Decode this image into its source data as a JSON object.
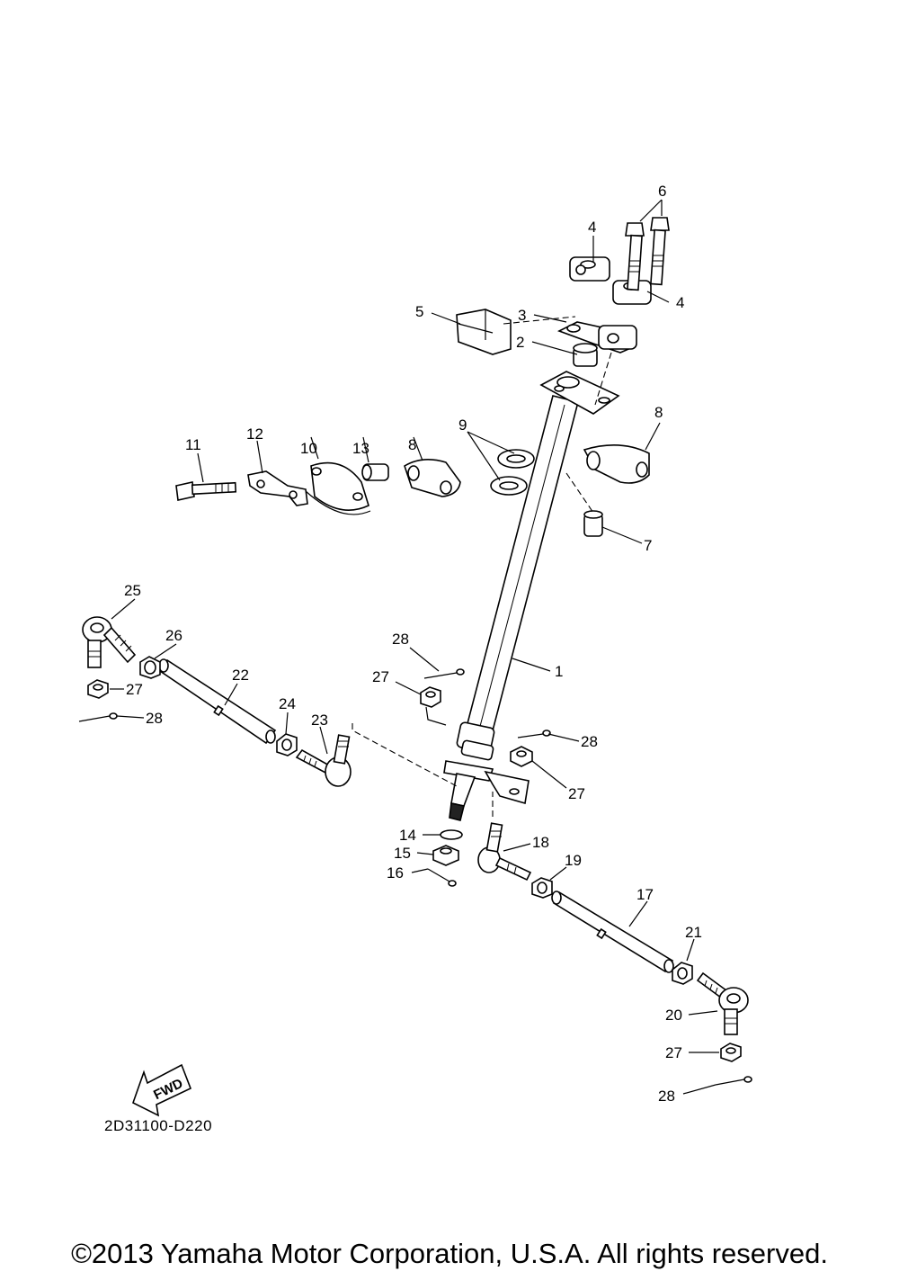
{
  "diagram": {
    "code": "2D31100-D220",
    "fwd_label": "FWD",
    "copyright": "©2013 Yamaha Motor Corporation, U.S.A. All rights reserved."
  },
  "callouts": {
    "c1": "1",
    "c2": "2",
    "c3": "3",
    "c4a": "4",
    "c4b": "4",
    "c5": "5",
    "c6": "6",
    "c7": "7",
    "c8a": "8",
    "c8b": "8",
    "c9": "9",
    "c10": "10",
    "c11": "11",
    "c12": "12",
    "c13": "13",
    "c14": "14",
    "c15": "15",
    "c16": "16",
    "c17": "17",
    "c18": "18",
    "c19": "19",
    "c20": "20",
    "c21": "21",
    "c22": "22",
    "c23": "23",
    "c24": "24",
    "c25": "25",
    "c26": "26",
    "c27a": "27",
    "c27b": "27",
    "c27c": "27",
    "c27d": "27",
    "c28a": "28",
    "c28b": "28",
    "c28c": "28",
    "c28d": "28"
  }
}
